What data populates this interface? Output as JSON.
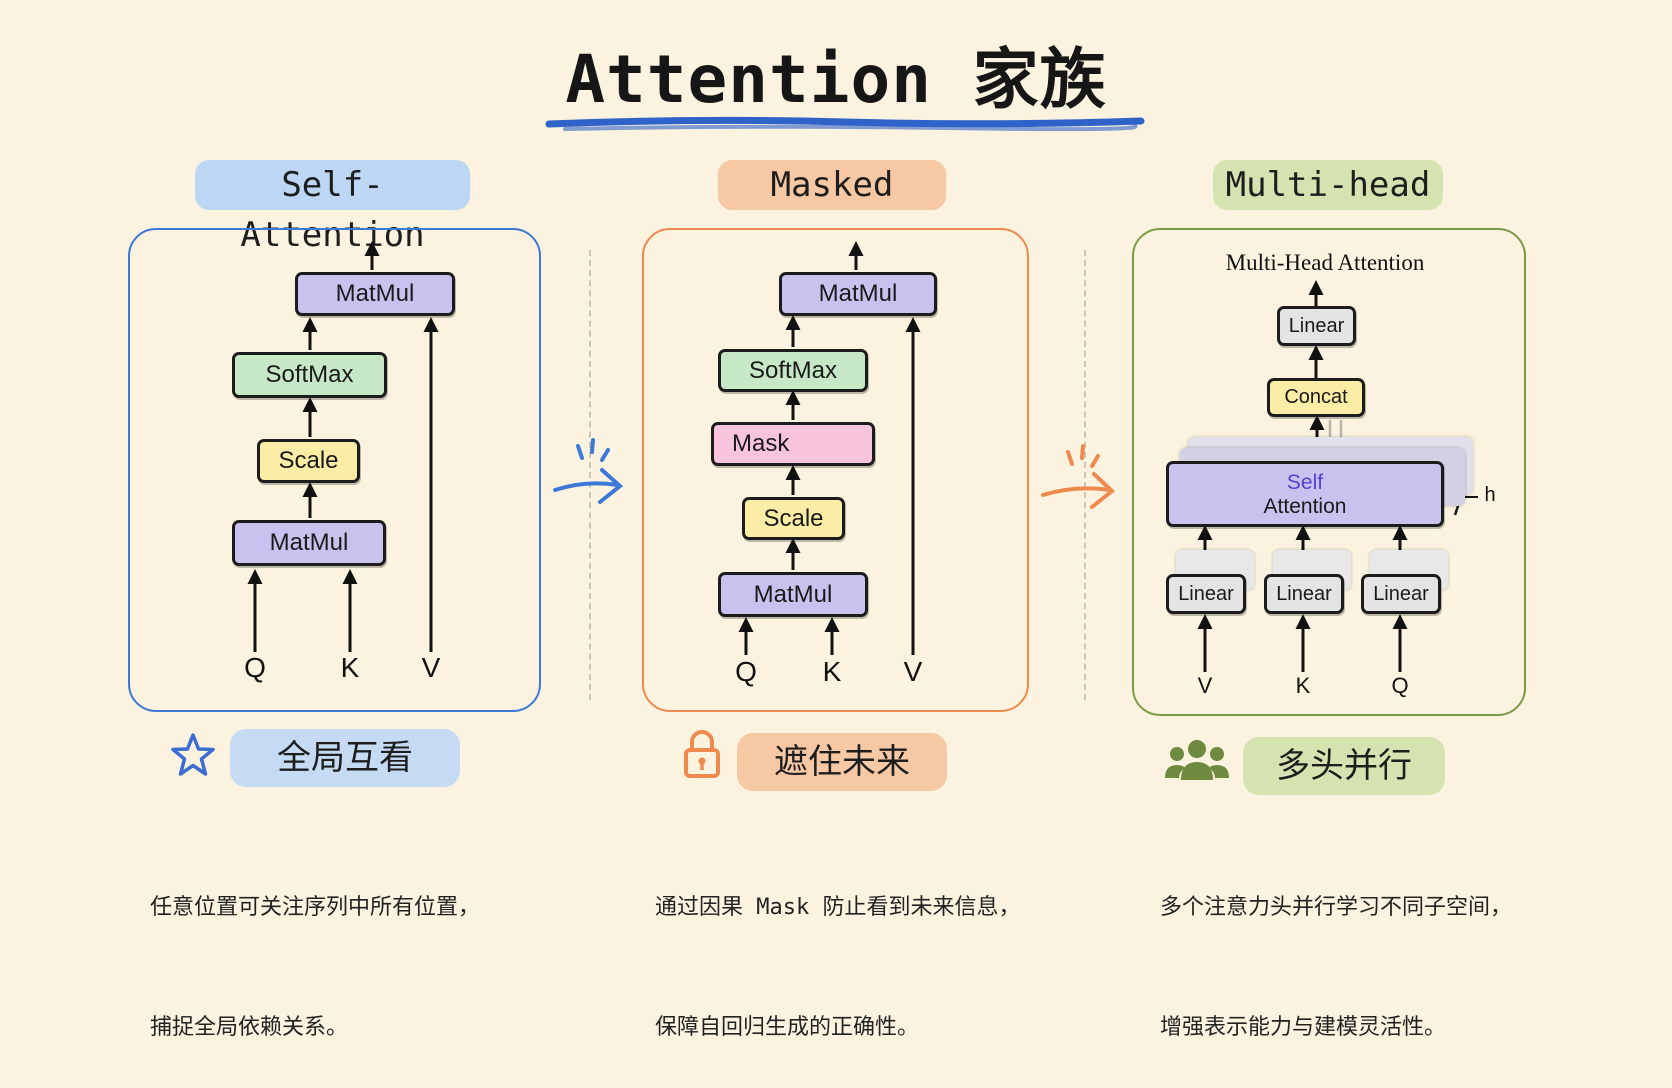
{
  "title": "Attention 家族",
  "colors": {
    "background": "#fbf3df",
    "self_attention": "#3b78d8",
    "masked": "#ee8a4e",
    "multi_head": "#7a9a48",
    "matmul": "#c9c2ef",
    "softmax": "#c6e8c6",
    "scale": "#fbeca6",
    "mask": "#f8c4dc",
    "linear": "#e4e4e4"
  },
  "panels": [
    {
      "tag": "Self-Attention",
      "nodes": {
        "matmul_top": "MatMul",
        "softmax": "SoftMax",
        "scale": "Scale",
        "matmul_bottom": "MatMul"
      },
      "inputs": [
        "Q",
        "K",
        "V"
      ],
      "icon": "star-icon",
      "caption": "全局互看",
      "description": [
        "任意位置可关注序列中所有位置，",
        "捕捉全局依赖关系。"
      ]
    },
    {
      "tag": "Masked",
      "nodes": {
        "matmul_top": "MatMul",
        "softmax": "SoftMax",
        "mask": "Mask",
        "scale": "Scale",
        "matmul_bottom": "MatMul"
      },
      "inputs": [
        "Q",
        "K",
        "V"
      ],
      "icon": "lock-icon",
      "caption": "遮住未来",
      "description": [
        "通过因果 Mask 防止看到未来信息，",
        "保障自回归生成的正确性。"
      ]
    },
    {
      "tag": "Multi-head",
      "diagram_title": "Multi-Head Attention",
      "nodes": {
        "linear_out": "Linear",
        "concat": "Concat",
        "attention_line1": "Self",
        "attention_line2": "Attention",
        "linear_v": "Linear",
        "linear_k": "Linear",
        "linear_q": "Linear"
      },
      "head_label": "h",
      "inputs": [
        "V",
        "K",
        "Q"
      ],
      "icon": "users-icon",
      "caption": "多头并行",
      "description": [
        "多个注意力头并行学习不同子空间，",
        "增强表示能力与建模灵活性。"
      ]
    }
  ]
}
